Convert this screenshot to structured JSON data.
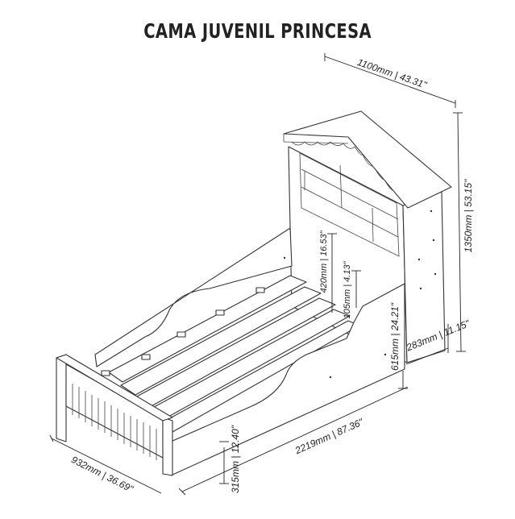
{
  "title": "CAMA JUVENIL PRINCESA",
  "dimensions": {
    "roof_width": "1100mm  |  43.31\"",
    "total_height": "1350mm  |  53.15\"",
    "shelf_height": "420mm  |  16.53\"",
    "small_height": "105mm  |  4.13\"",
    "mattress_top": "615mm  |  24.21\"",
    "house_depth": "283mm  |  11.15\"",
    "bed_length": "2219mm  |  87.36\"",
    "bed_width": "932mm  |  36.69\"",
    "floor_clearance": "315mm  |  12.40\""
  },
  "colors": {
    "line": "#333333",
    "background": "#ffffff"
  }
}
